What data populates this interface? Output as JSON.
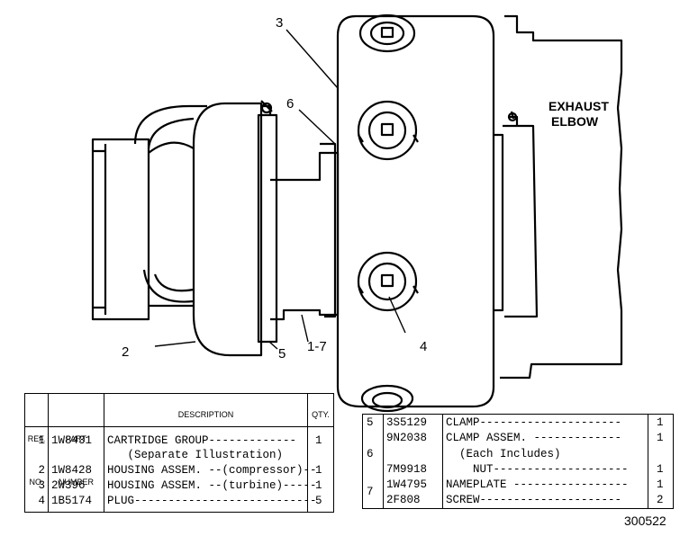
{
  "diagram": {
    "callouts": {
      "c1_7": "1-7",
      "c2": "2",
      "c3": "3",
      "c4": "4",
      "c5": "5",
      "c6": "6"
    },
    "exhaust_label": [
      "EXHAUST",
      "ELBOW"
    ]
  },
  "parts_table_left": {
    "headers": {
      "ref_no": [
        "REF.",
        "NO."
      ],
      "part_number": [
        "PART",
        "NUMBER"
      ],
      "description": "DESCRIPTION",
      "qty": "QTY."
    },
    "rows": [
      {
        "ref": "1",
        "part": "1W8431",
        "desc": "CARTRIDGE GROUP-------------",
        "qty": "1"
      },
      {
        "ref": "",
        "part": "",
        "desc": "   (Separate Illustration)",
        "qty": ""
      },
      {
        "ref": "2",
        "part": "1W8428",
        "desc": "HOUSING ASSEM. --(compressor)--",
        "qty": "1"
      },
      {
        "ref": "3",
        "part": "2W396",
        "desc": "HOUSING ASSEM. --(turbine)-----",
        "qty": "1"
      },
      {
        "ref": "4",
        "part": "1B5174",
        "desc": "PLUG---------------------------",
        "qty": "5"
      }
    ]
  },
  "parts_table_right": {
    "rows": [
      {
        "ref": "5",
        "part": "3S5129",
        "desc": "CLAMP---------------------",
        "qty": "1"
      },
      {
        "ref": "",
        "part": "9N2038",
        "desc": "CLAMP ASSEM. -------------",
        "qty": "1"
      },
      {
        "ref": "6",
        "part": "",
        "desc": "  (Each Includes)",
        "qty": ""
      },
      {
        "ref": "",
        "part": "7M9918",
        "desc": "    NUT--------------------",
        "qty": "1"
      },
      {
        "ref": "7",
        "part": "1W4795",
        "desc": "NAMEPLATE -----------------",
        "qty": "1"
      },
      {
        "ref": "",
        "part": "2F808",
        "desc": "SCREW---------------------",
        "qty": "2"
      }
    ]
  },
  "figure_number": "300522"
}
